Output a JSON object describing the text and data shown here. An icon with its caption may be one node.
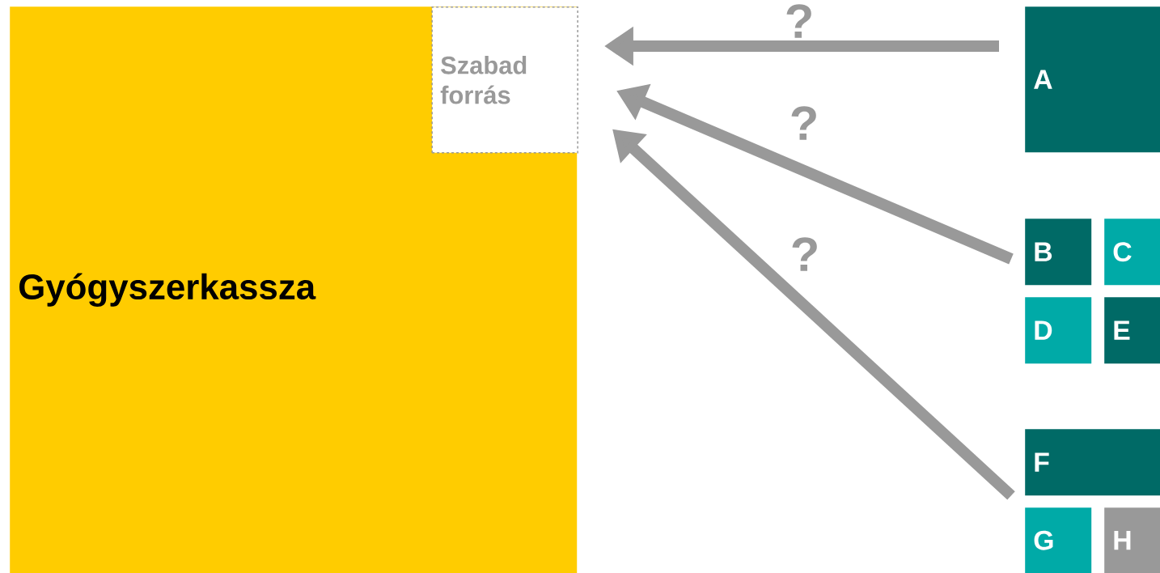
{
  "diagram": {
    "nodes": [
      {
        "text": [
          "Gyógyszerkassza"
        ]
      },
      {
        "text": [
          "Szabad forrás"
        ],
        "in": 0
      },
      {
        "text": [
          "A"
        ]
      },
      {
        "text": [
          "B"
        ]
      },
      {
        "text": [
          "C"
        ]
      },
      {
        "text": [
          "D"
        ]
      },
      {
        "text": [
          "E"
        ]
      },
      {
        "text": [
          "F"
        ]
      },
      {
        "text": [
          "G"
        ]
      },
      {
        "text": [
          "H"
        ]
      }
    ],
    "edges": [
      {
        "from": 2,
        "to": 1,
        "arrow": "to",
        "label": "?"
      },
      {
        "from": 3,
        "to": 1,
        "arrow": "to",
        "label": "?"
      },
      {
        "from": 7,
        "to": 1,
        "arrow": "to",
        "label": "?"
      }
    ]
  }
}
